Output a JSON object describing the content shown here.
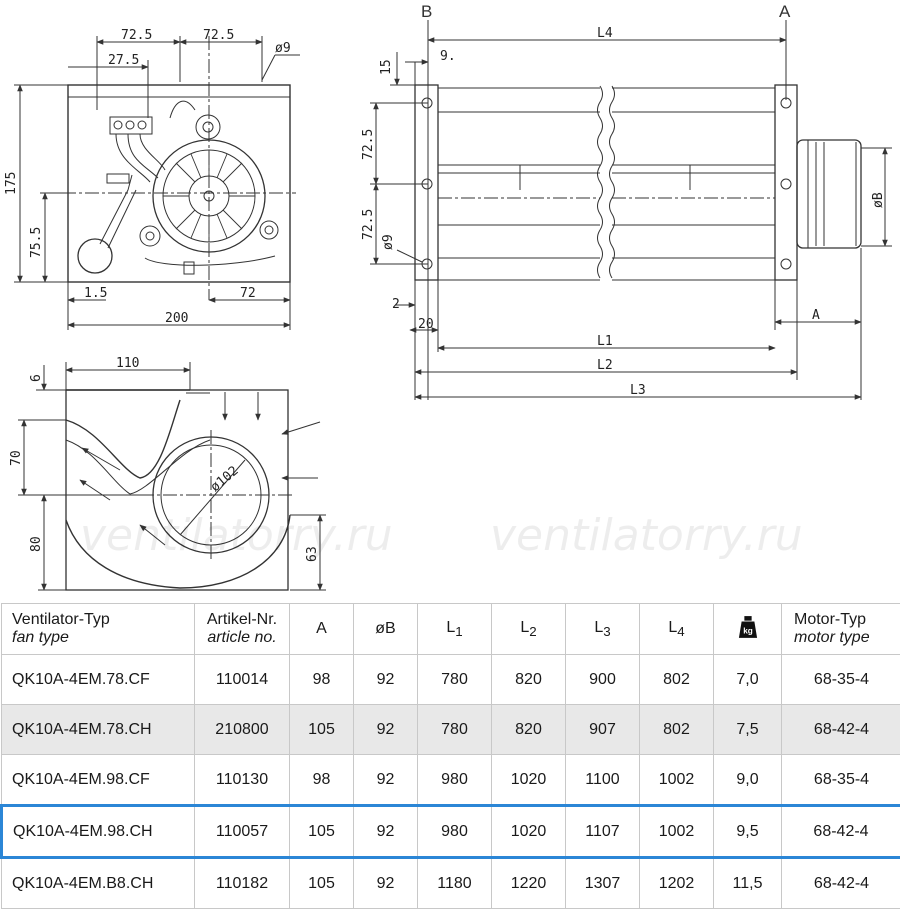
{
  "watermark": "ventilatorry.ru",
  "views": {
    "front": {
      "dims": [
        "72.5",
        "72.5",
        "27.5",
        "ø9",
        "175",
        "75.5",
        "1.5",
        "72",
        "200"
      ]
    },
    "top": {
      "labels": [
        "B",
        "A"
      ],
      "dims": [
        "L4",
        "15",
        "9.",
        "72.5",
        "72.5",
        "ø9",
        "2",
        "20",
        "L1",
        "L2",
        "L3",
        "A",
        "øB"
      ]
    },
    "side": {
      "dims": [
        "110",
        "6",
        "70",
        "80",
        "ø102",
        "63"
      ]
    }
  },
  "table": {
    "headers": [
      {
        "de": "Ventilator-Typ",
        "en": "fan type"
      },
      {
        "de": "Artikel-Nr.",
        "en": "article no."
      },
      {
        "de": "A"
      },
      {
        "de": "øB"
      },
      {
        "main": "L",
        "sub": "1"
      },
      {
        "main": "L",
        "sub": "2"
      },
      {
        "main": "L",
        "sub": "3"
      },
      {
        "main": "L",
        "sub": "4"
      },
      {
        "icon": "weight-kg-icon",
        "icon_text": "kg"
      },
      {
        "de": "Motor-Typ",
        "en": "motor type"
      }
    ],
    "rows": [
      [
        "QK10A-4EM.78.CF",
        "110014",
        "98",
        "92",
        "780",
        "820",
        "900",
        "802",
        "7,0",
        "68-35-4"
      ],
      [
        "QK10A-4EM.78.CH",
        "210800",
        "105",
        "92",
        "780",
        "820",
        "907",
        "802",
        "7,5",
        "68-42-4"
      ],
      [
        "QK10A-4EM.98.CF",
        "110130",
        "98",
        "92",
        "980",
        "1020",
        "1100",
        "1002",
        "9,0",
        "68-35-4"
      ],
      [
        "QK10A-4EM.98.CH",
        "110057",
        "105",
        "92",
        "980",
        "1020",
        "1107",
        "1002",
        "9,5",
        "68-42-4"
      ],
      [
        "QK10A-4EM.B8.CH",
        "110182",
        "105",
        "92",
        "1180",
        "1220",
        "1307",
        "1202",
        "11,5",
        "68-42-4"
      ]
    ],
    "shaded_rows": [
      1
    ],
    "selected_row": 3,
    "highlight_color": "#2b86d6",
    "shade_color": "#e8e8e8"
  }
}
